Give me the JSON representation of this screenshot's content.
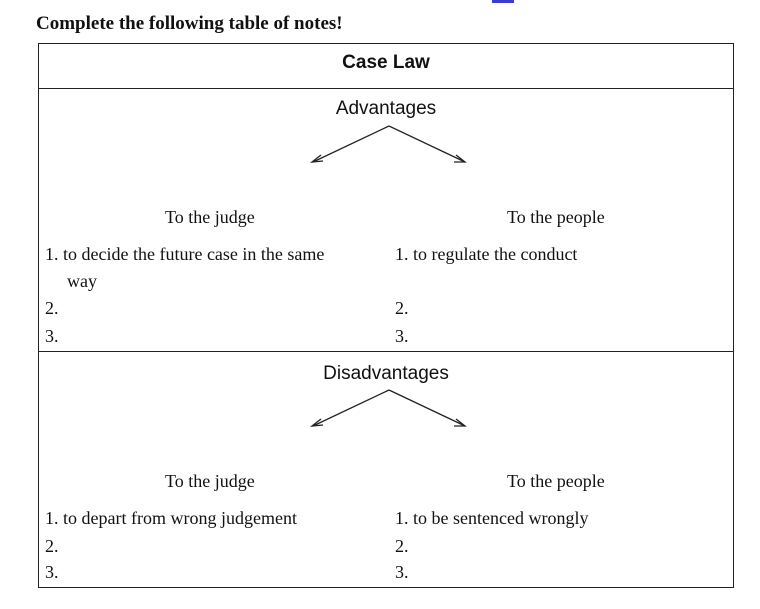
{
  "instruction": "Complete the following table of notes!",
  "table": {
    "title": "Case Law",
    "advantages": {
      "heading": "Advantages",
      "judge_label": "To the judge",
      "people_label": "To the people",
      "judge_items": [
        "1. to decide the future case in the same",
        "2.",
        "3."
      ],
      "judge_item1_continued": "way",
      "people_items": [
        "1. to regulate the conduct",
        "2.",
        "3."
      ]
    },
    "disadvantages": {
      "heading": "Disadvantages",
      "judge_label": "To the judge",
      "people_label": "To the people",
      "judge_items": [
        "1.  to depart  from wrong  judgement",
        "2.",
        "3."
      ],
      "people_items": [
        "1.  to be sentenced wrongly",
        "2.",
        "3."
      ]
    }
  }
}
